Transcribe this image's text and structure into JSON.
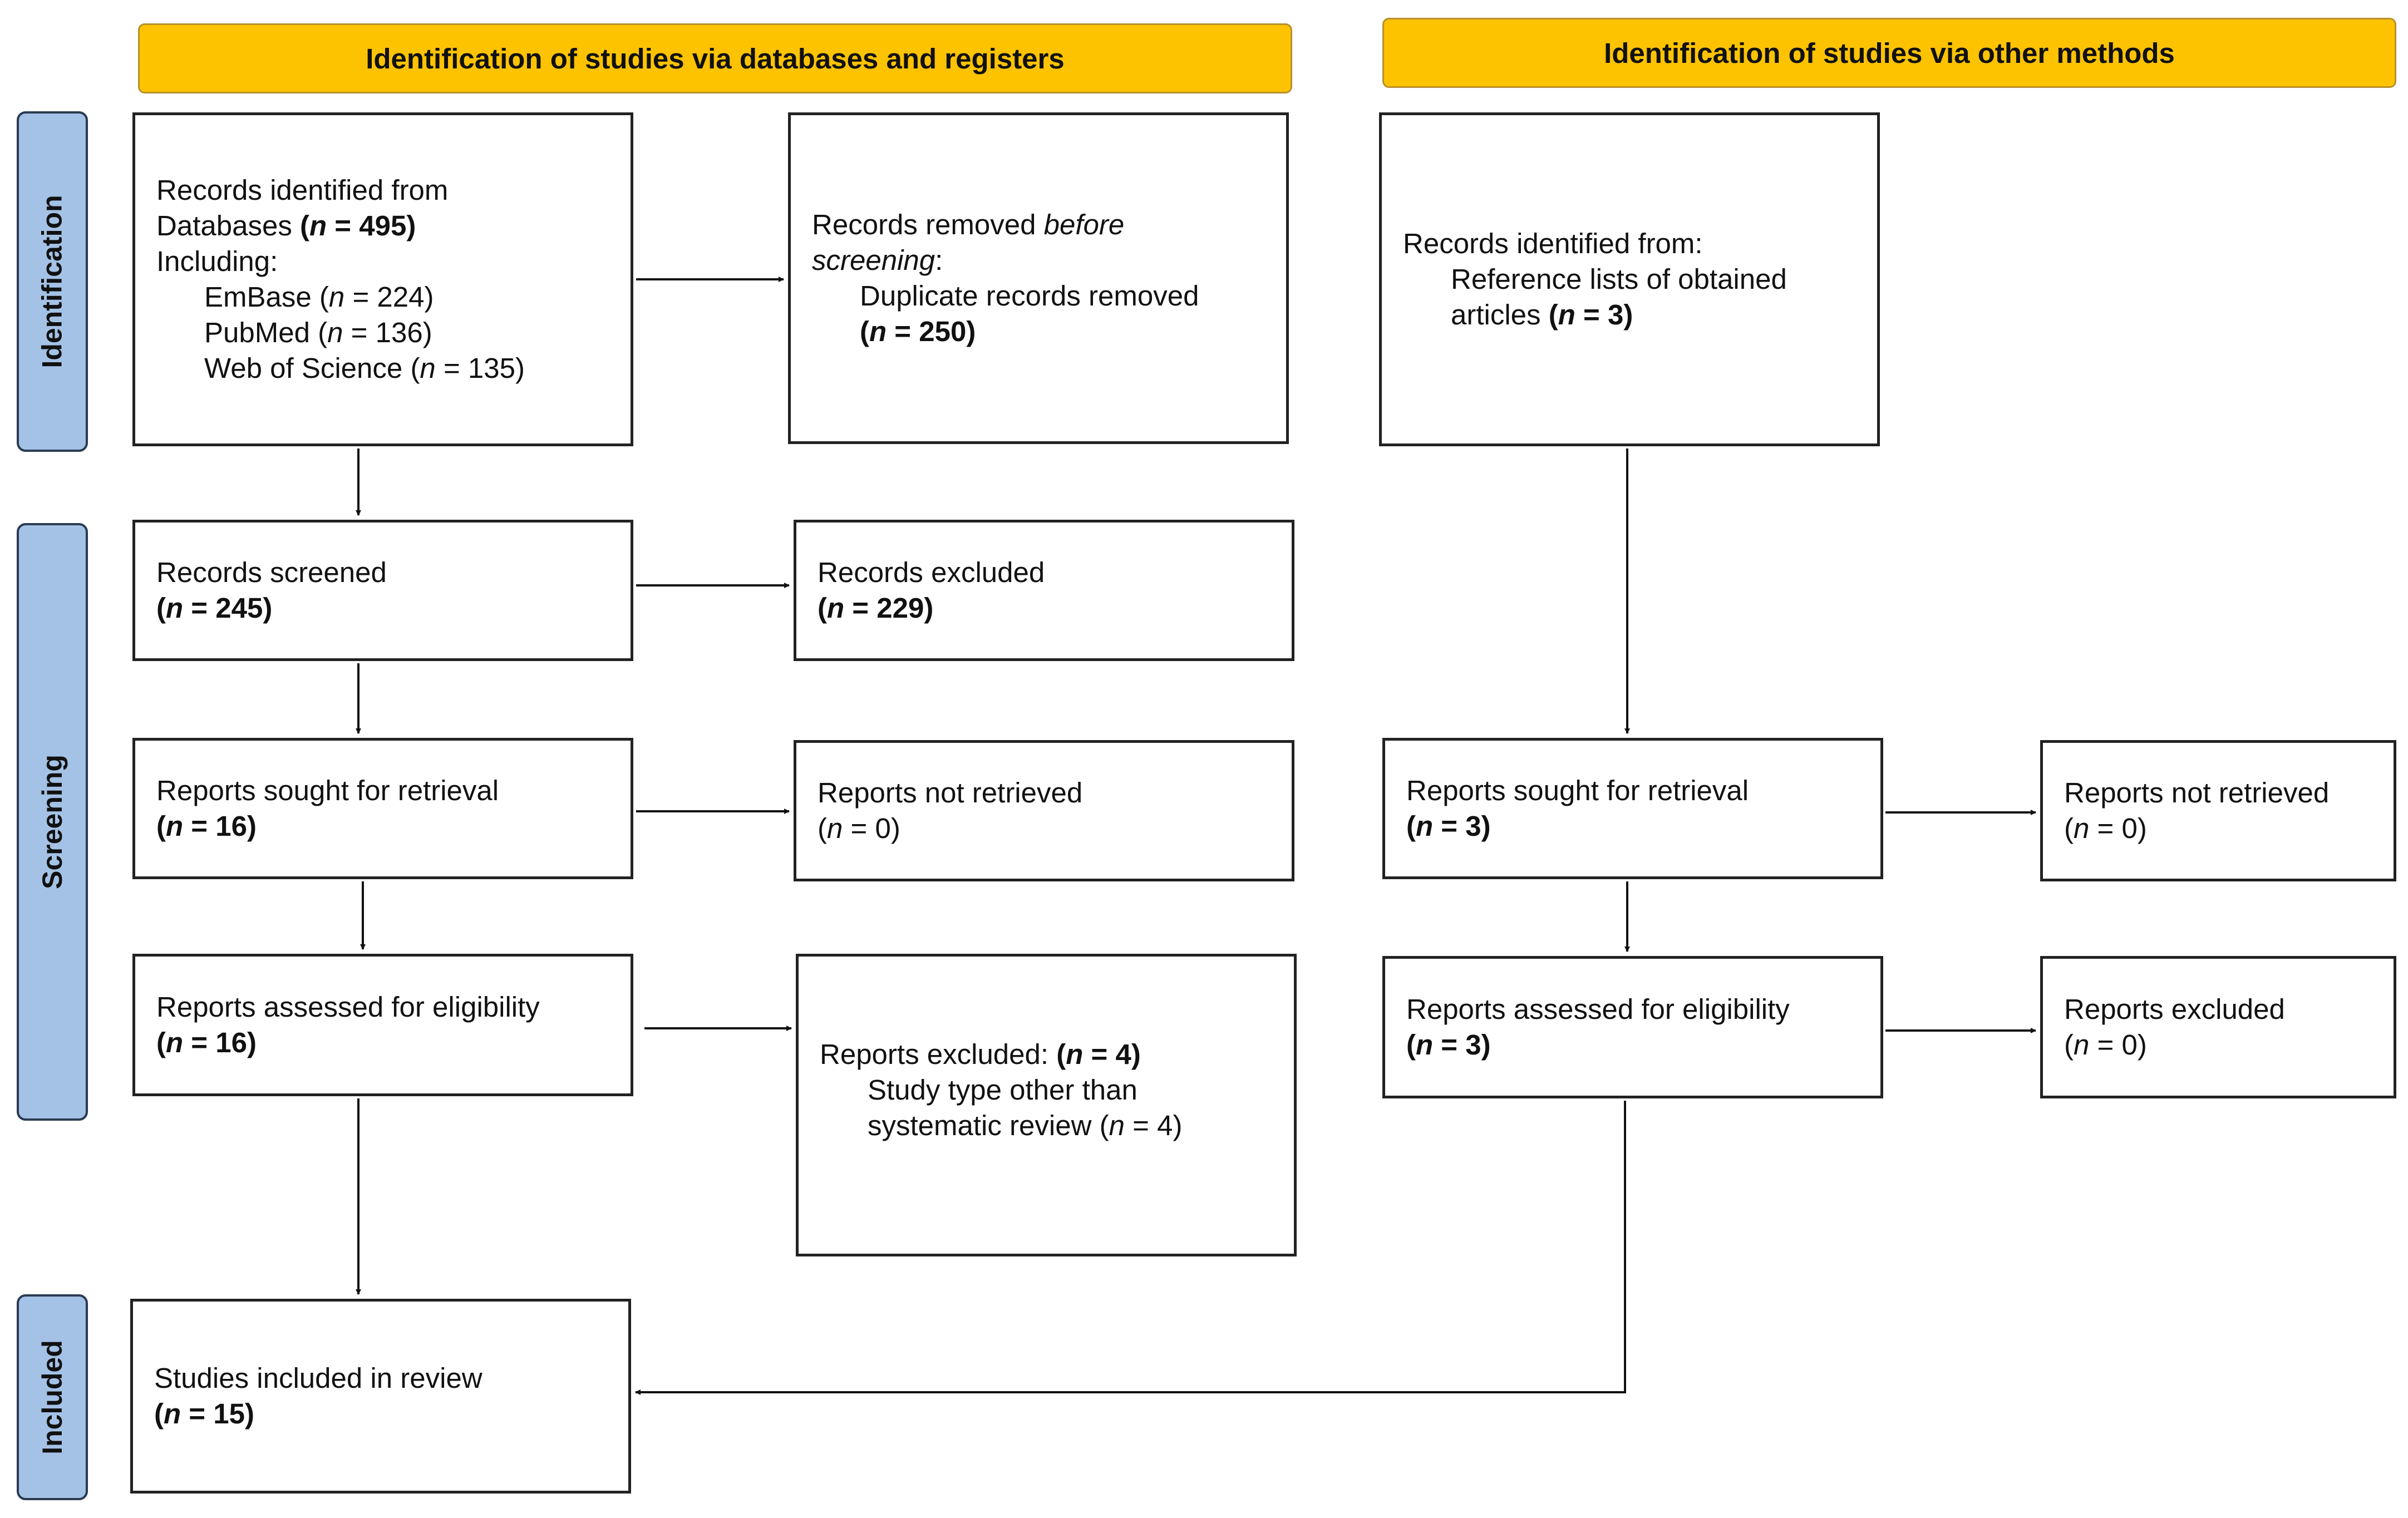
{
  "headers": {
    "left": "Identification of studies via databases and registers",
    "right": "Identification of studies via other methods"
  },
  "phases": {
    "identification": "Identification",
    "screening": "Screening",
    "included": "Included"
  },
  "boxes": {
    "records_identified": {
      "line1": "Records identified from",
      "line2_prefix": "Databases ",
      "line2_count": "(n = 495)",
      "line3": "Including:",
      "db1_name": "EmBase",
      "db1_count": "(n = 224)",
      "db2_name": "PubMed",
      "db2_count": "(n = 136)",
      "db3_name": "Web of Science",
      "db3_count": "(n = 135)"
    },
    "records_removed": {
      "line1_prefix": "Records removed ",
      "line1_italic": "before",
      "line2_italic": "screening",
      "line2_suffix": ":",
      "line3": "Duplicate records removed",
      "count": "(n = 250)"
    },
    "records_screened": {
      "label": "Records screened",
      "count": "(n = 245)"
    },
    "records_excluded": {
      "label": "Records excluded",
      "count": "(n = 229)"
    },
    "reports_sought_left": {
      "label": "Reports sought for retrieval",
      "count": "(n = 16)"
    },
    "reports_not_retrieved_left": {
      "label": "Reports not retrieved",
      "count": "(n = 0)"
    },
    "reports_assessed_left": {
      "label": "Reports assessed for eligibility",
      "count": "(n = 16)"
    },
    "reports_excluded_left": {
      "label": "Reports excluded: ",
      "count": "(n = 4)",
      "reason_line1": "Study type other than",
      "reason_line2": "systematic review",
      "reason_count": "(n = 4)"
    },
    "studies_included": {
      "label": "Studies included in review",
      "count": "(n = 15)"
    },
    "records_other": {
      "line1": "Records identified from:",
      "line2": "Reference lists of obtained",
      "line3_prefix": "articles ",
      "count": "(n = 3)"
    },
    "reports_sought_right": {
      "label": "Reports sought for retrieval",
      "count": "(n = 3)"
    },
    "reports_not_retrieved_right": {
      "label": "Reports not retrieved",
      "count": "(n = 0)"
    },
    "reports_assessed_right": {
      "label": "Reports assessed for eligibility",
      "count": "(n = 3)"
    },
    "reports_excluded_right": {
      "label": "Reports excluded",
      "count": "(n = 0)"
    }
  },
  "colors": {
    "header_fill": "#FDC301",
    "phase_fill": "#A4C2E6",
    "box_border": "#222222"
  }
}
